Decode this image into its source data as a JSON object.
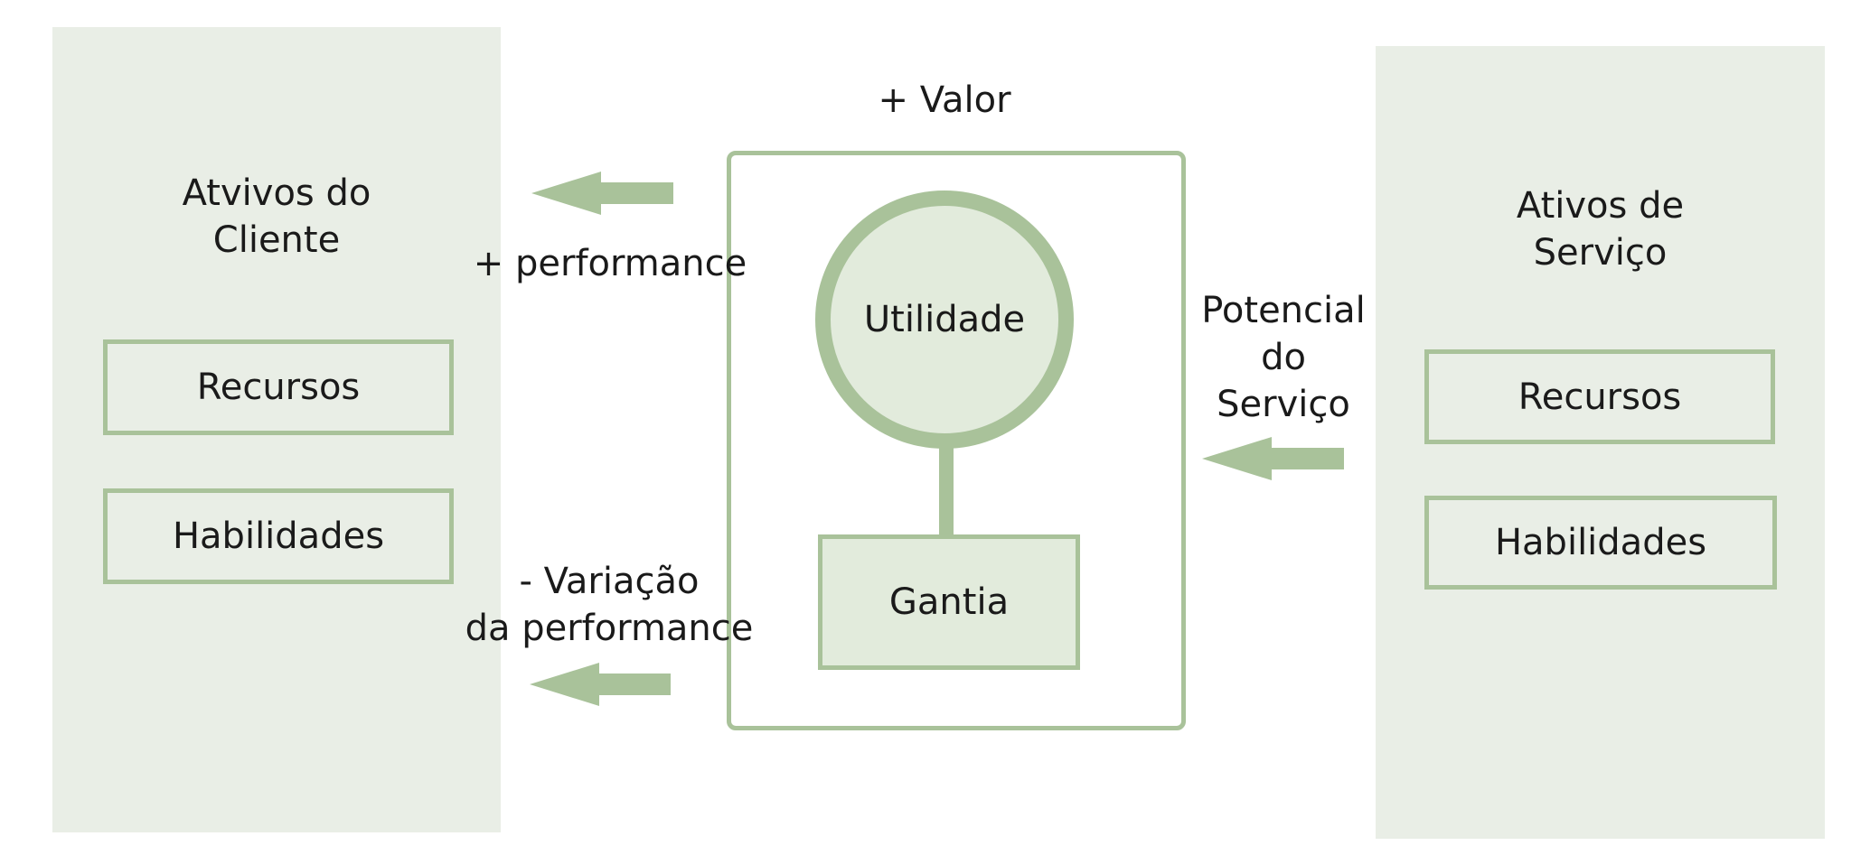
{
  "left": {
    "title": "Atvivos do\nCliente",
    "box1": "Recursos",
    "box2": "Habilidades"
  },
  "right": {
    "title": "Ativos de\nServiço",
    "box1": "Recursos",
    "box2": "Habilidades"
  },
  "center": {
    "valor": "+ Valor",
    "utilidade": "Utilidade",
    "garantia": "Gantia"
  },
  "arrows": {
    "performance": "+ performance",
    "variacao": "- Variação\nda performance",
    "potencial": "Potencial\ndo\nServiço"
  },
  "colors": {
    "panel_bg": "#e9eee6",
    "accent_green": "#a9c29a",
    "shape_fill": "#e2ebdc"
  }
}
